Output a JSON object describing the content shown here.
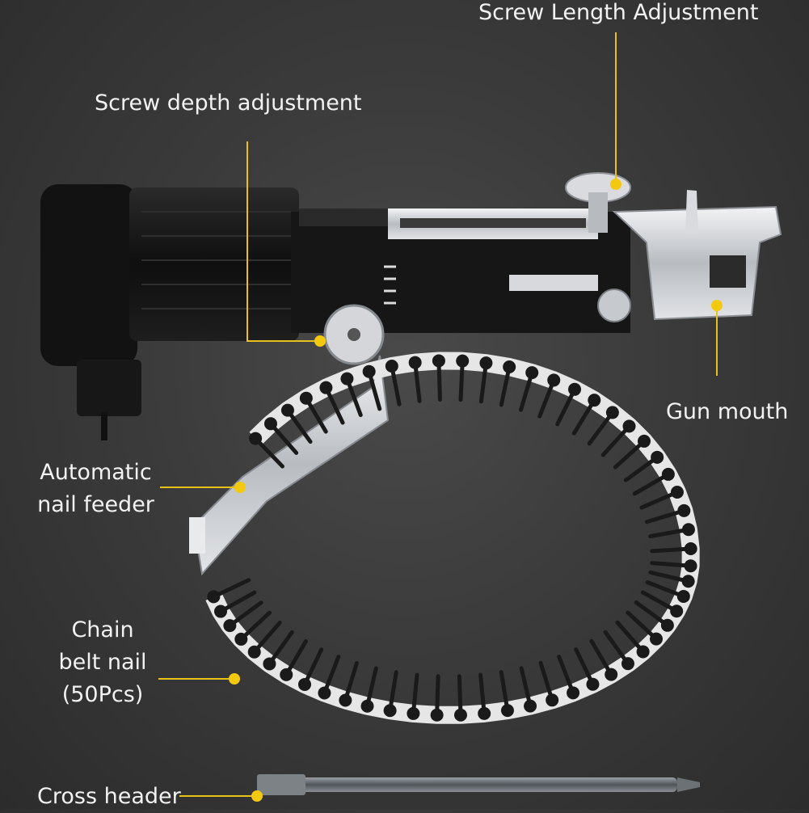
{
  "labels": {
    "screw_length": "Screw Length Adjustment",
    "screw_depth": "Screw depth adjustment",
    "gun_mouth": "Gun mouth",
    "nail_feeder": [
      "Automatic",
      "nail feeder"
    ],
    "chain_belt": [
      "Chain",
      "belt nail",
      "(50Pcs)"
    ],
    "cross_header": "Cross header"
  },
  "colors": {
    "background": "#3b3b3b",
    "leader": "#e8c21a",
    "dot": "#f3c90f",
    "text": "#f2f2f2",
    "tool_body": "#141414",
    "metal": "#c9ccd0",
    "belt": "#e6e6e6",
    "screw": "#1a1a1a"
  }
}
